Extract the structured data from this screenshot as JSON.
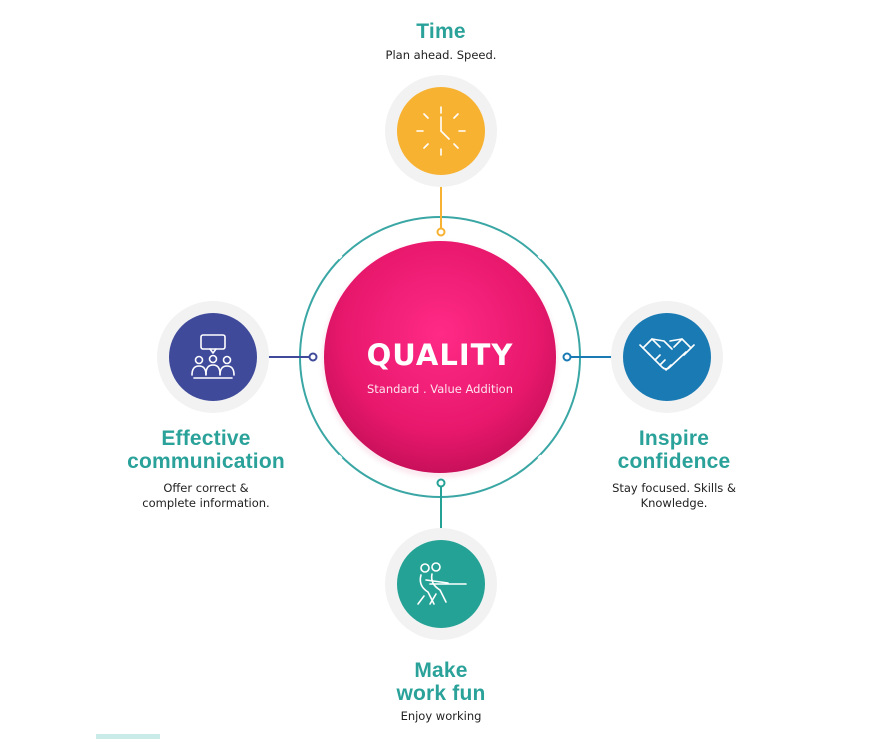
{
  "center": {
    "title": "QUALITY",
    "subtitle": "Standard . Value Addition"
  },
  "nodes": [
    {
      "id": "time",
      "heading": [
        "Time"
      ],
      "description": [
        "Plan ahead. Speed."
      ],
      "color": "#f8b232",
      "icon": "clock-icon"
    },
    {
      "id": "effective-communication",
      "heading": [
        "Effective",
        "communication"
      ],
      "description": [
        "Offer correct &",
        "complete information."
      ],
      "color": "#3f4a9b",
      "icon": "meeting-icon"
    },
    {
      "id": "inspire-confidence",
      "heading": [
        "Inspire",
        "confidence"
      ],
      "description": [
        "Stay focused. Skills &",
        "Knowledge."
      ],
      "color": "#1a7ab4",
      "icon": "handshake-icon"
    },
    {
      "id": "make-work-fun",
      "heading": [
        "Make",
        "work fun"
      ],
      "description": [
        "Enjoy working"
      ],
      "color": "#25a296",
      "icon": "tug-of-war-icon"
    }
  ],
  "colors": {
    "heading": "#2aa29a",
    "center_fill": "#e8186d",
    "outer_ring": "#3aa7a5"
  }
}
